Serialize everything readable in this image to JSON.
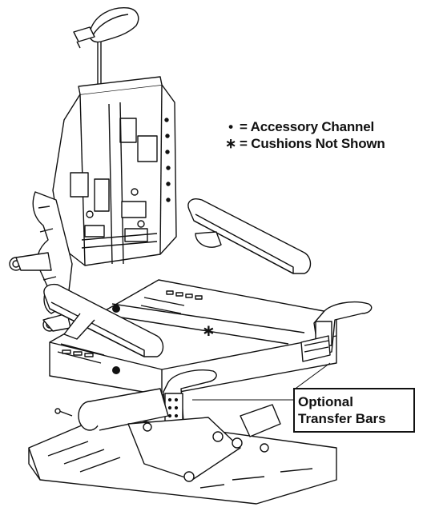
{
  "legend": {
    "items": [
      {
        "symbol": "•",
        "label": "= Accessory Channel"
      },
      {
        "symbol": "∗",
        "label": "= Cushions Not Shown"
      }
    ]
  },
  "callout": {
    "line1": "Optional",
    "line2": "Transfer Bars"
  },
  "markers": {
    "cushion_marker": "∗"
  }
}
